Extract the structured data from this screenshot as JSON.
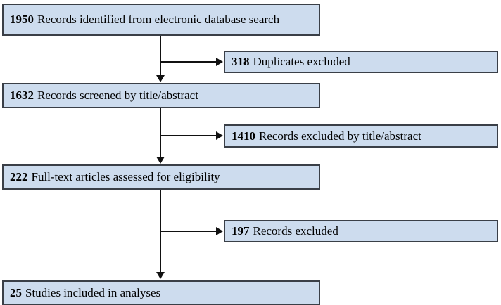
{
  "diagram": {
    "type": "flowchart",
    "description": "Study selection flow diagram",
    "colors": {
      "box_fill": "#cddcee",
      "box_border": "#3a3f47",
      "line_color": "#111111"
    },
    "main_boxes": [
      {
        "count": "1950",
        "label": "Records identified from electronic database search"
      },
      {
        "count": "1632",
        "label": "Records screened by title/abstract"
      },
      {
        "count": "222",
        "label": "Full-text articles assessed for eligibility"
      },
      {
        "count": "25",
        "label": "Studies included in analyses"
      }
    ],
    "side_boxes": [
      {
        "count": "318",
        "label": "Duplicates excluded"
      },
      {
        "count": "1410",
        "label": "Records excluded by title/abstract"
      },
      {
        "count": "197",
        "label": "Records excluded"
      }
    ]
  }
}
